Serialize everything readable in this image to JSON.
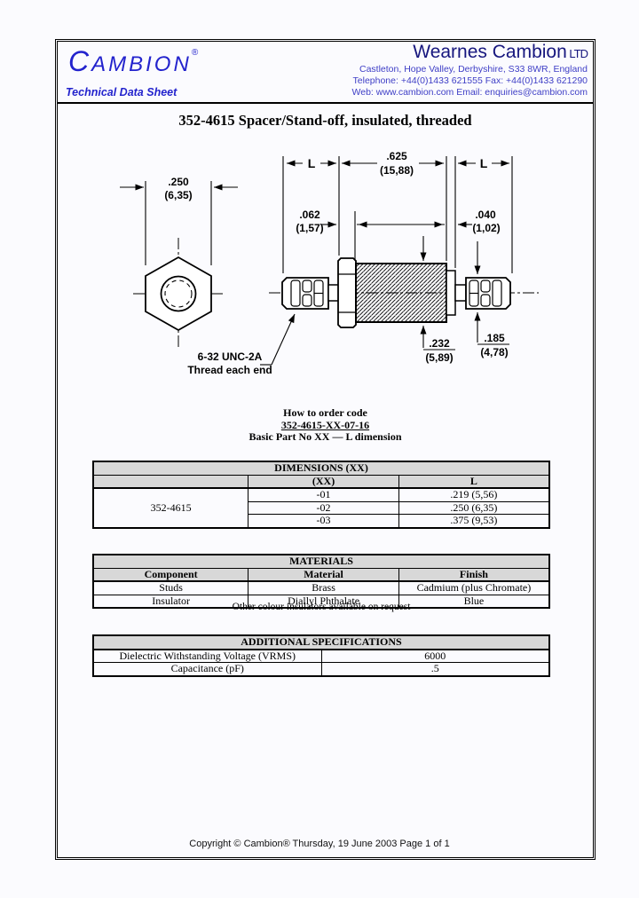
{
  "header": {
    "logo_first": "C",
    "logo_rest": "AMBION",
    "logo_reg": "®",
    "tagline": "Technical Data Sheet",
    "company_name": "Wearnes Cambion",
    "company_suffix": " LTD",
    "address": "Castleton, Hope Valley, Derbyshire, S33 8WR, England",
    "phone_fax": "Telephone: +44(0)1433 621555  Fax: +44(0)1433 621290",
    "web_email": "Web: www.cambion.com Email: enquiries@cambion.com",
    "logo_color": "#2323cd",
    "name_color": "#16167e",
    "address_color": "#3e3ec6"
  },
  "title": "352-4615 Spacer/Stand-off, insulated, threaded",
  "drawing": {
    "labels": {
      "width_across_flats": ".250",
      "width_across_flats_mm": "(6,35)",
      "l_left": "L",
      "body_length": ".625",
      "body_length_mm": "(15,88)",
      "l_right": "L",
      "hex_gap": ".062",
      "hex_gap_mm": "(1,57)",
      "step_width": ".040",
      "step_width_mm": "(1,02)",
      "body_dia": ".232",
      "body_dia_mm": "(5,89)",
      "stud_dia": ".185",
      "stud_dia_mm": "(4,78)",
      "thread_spec": "6-32 UNC-2A",
      "thread_note": "Thread each end"
    }
  },
  "order_code": {
    "heading": "How to order code",
    "code": "352-4615-XX-07-16",
    "explanation": "Basic Part No XX — L dimension"
  },
  "dimensions_table": {
    "title": "DIMENSIONS (XX)",
    "col_xx": "(XX)",
    "col_l": "L",
    "part_number": "352-4615",
    "rows": [
      {
        "xx": "-01",
        "l": ".219 (5,56)"
      },
      {
        "xx": "-02",
        "l": ".250 (6,35)"
      },
      {
        "xx": "-03",
        "l": ".375 (9,53)"
      }
    ]
  },
  "materials_table": {
    "title": "MATERIALS",
    "headers": [
      "Component",
      "Material",
      "Finish"
    ],
    "rows": [
      [
        "Studs",
        "Brass",
        "Cadmium (plus Chromate)"
      ],
      [
        "Insulator",
        "Diallyl Phthalate",
        "Blue"
      ]
    ],
    "footnote": "Other colour insulators available on request"
  },
  "additional_specs_table": {
    "title": "ADDITIONAL SPECIFICATIONS",
    "rows": [
      [
        "Dielectric Withstanding Voltage (VRMS)",
        "6000"
      ],
      [
        "Capacitance (pF)",
        ".5"
      ]
    ]
  },
  "footer": {
    "text": "Copyright © Cambion® Thursday, 19 June 2003 Page 1 of 1"
  }
}
